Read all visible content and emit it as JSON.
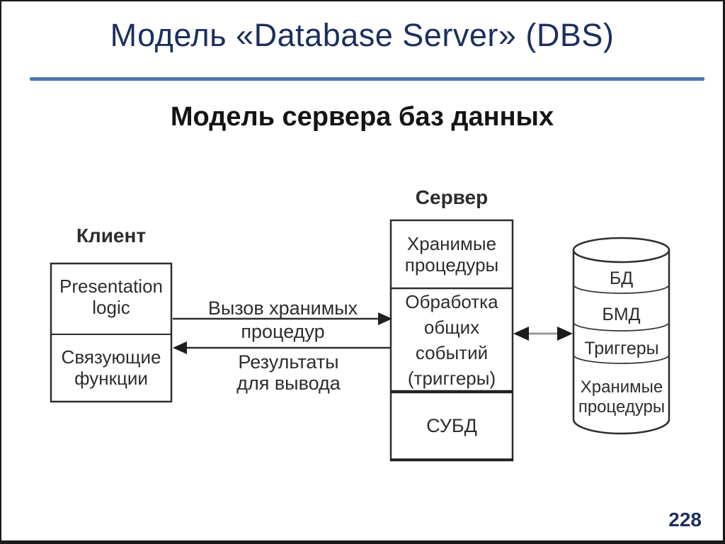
{
  "slide": {
    "title": "Модель «Database Server» (DBS)",
    "subtitle": "Модель сервера баз данных",
    "page_number": "228",
    "colors": {
      "title_text": "#1c2f5e",
      "accent_rule": "#4e76b0",
      "diagram_ink": "#2d2d2d",
      "sync_arrow_shaft": "#9a9a9a"
    }
  },
  "diagram": {
    "client": {
      "label": "Клиент",
      "top_cell": "Presentation\nlogic",
      "bottom_cell": "Связующие\nфункции"
    },
    "server": {
      "label": "Сервер",
      "cell_stored_procedures": "Хранимые\nпроцедуры",
      "cell_event_processing": "Обработка\nобщих\nсобытий\n(триггеры)",
      "cell_dbms": "СУБД"
    },
    "database_cylinder": {
      "section_db": "БД",
      "section_bmd": "БМД",
      "section_triggers": "Триггеры",
      "section_stored_procedures": "Хранимые\nпроцедуры"
    },
    "arrows": {
      "call_label": "Вызов хранимых\nпроцедур",
      "result_label": "Результаты\nдля вывода"
    }
  }
}
